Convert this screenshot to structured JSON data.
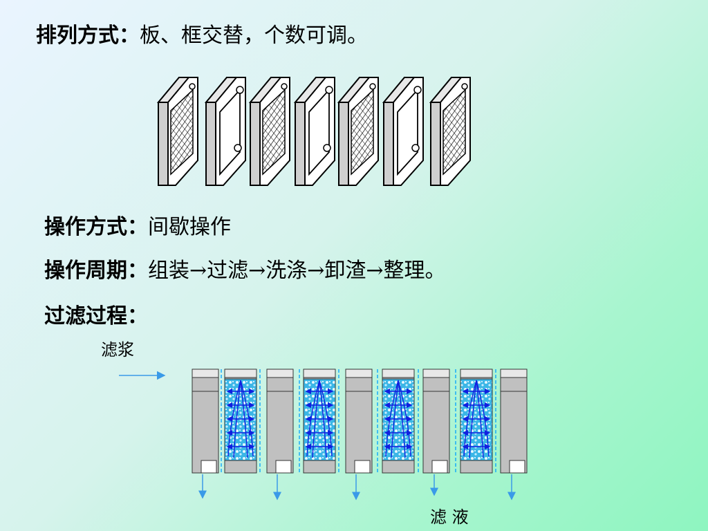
{
  "lines": {
    "arrangement": {
      "label": "排列方式：",
      "text": "板、框交替，个数可调。"
    },
    "operation": {
      "label": "操作方式：",
      "text": "间歇操作"
    },
    "cycle": {
      "label": "操作周期：",
      "text": "组装→过滤→洗涤→卸渣→整理。"
    },
    "process": {
      "label": "过滤过程：",
      "text": ""
    }
  },
  "diagram": {
    "slurry_label": "滤浆",
    "filtrate_label": "滤 液",
    "colors": {
      "plate_fill": "#c0c0c0",
      "frame_fill": "#bde0f0",
      "flow_arrow": "#1020e0",
      "cloth_line": "#00a0ff",
      "inlet_arrow": "#3a9ae8"
    }
  }
}
